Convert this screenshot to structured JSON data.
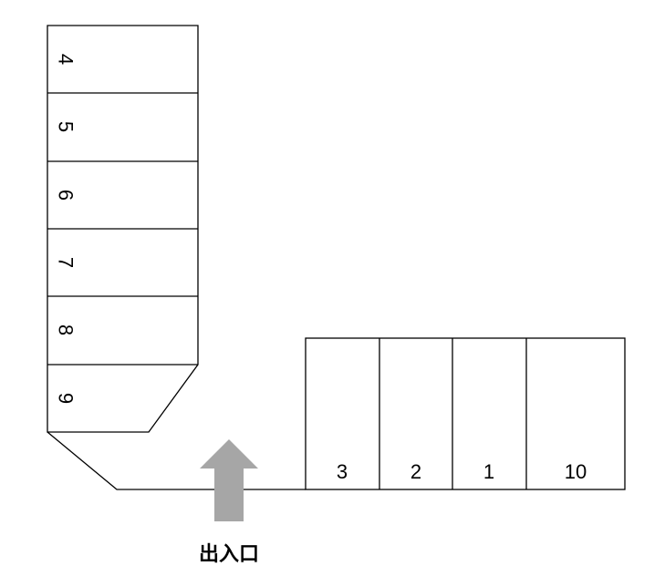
{
  "left_row": {
    "spaces": [
      {
        "number": "4"
      },
      {
        "number": "5"
      },
      {
        "number": "6"
      },
      {
        "number": "7"
      },
      {
        "number": "8"
      },
      {
        "number": "9"
      }
    ]
  },
  "bottom_row": {
    "spaces": [
      {
        "number": "3"
      },
      {
        "number": "2"
      },
      {
        "number": "1"
      },
      {
        "number": "10"
      }
    ]
  },
  "entrance": {
    "label": "出入口",
    "arrow_color": "#a6a6a6"
  }
}
